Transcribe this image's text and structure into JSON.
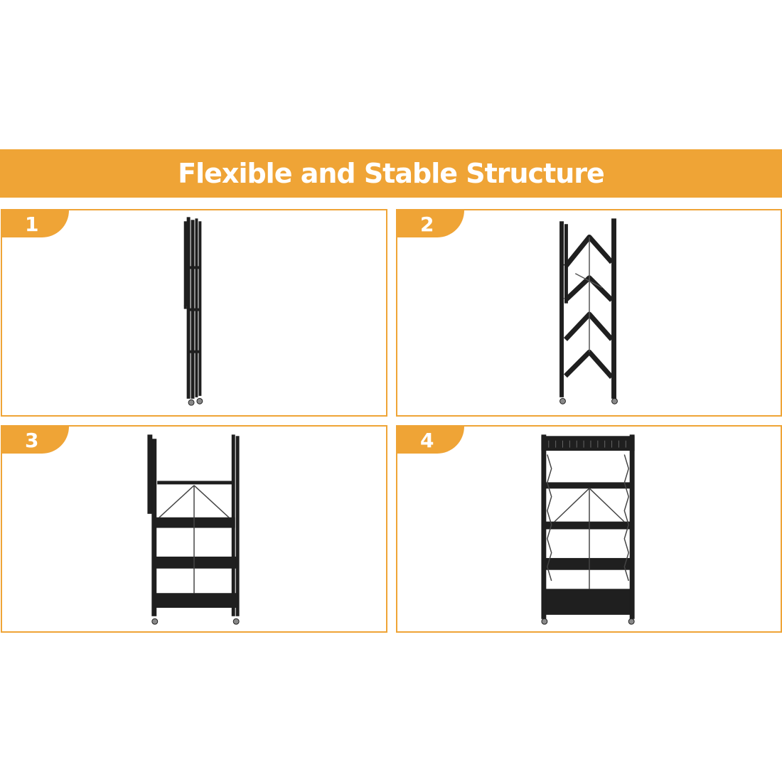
{
  "banner": {
    "title": "Flexible and Stable Structure"
  },
  "colors": {
    "accent": "#EFA436",
    "rack": "#1f1f1f"
  },
  "panels": [
    {
      "number": "1",
      "illustration": "shelf-folded-icon"
    },
    {
      "number": "2",
      "illustration": "shelf-half-open-icon"
    },
    {
      "number": "3",
      "illustration": "shelf-mostly-open-icon"
    },
    {
      "number": "4",
      "illustration": "shelf-fully-open-icon"
    }
  ]
}
